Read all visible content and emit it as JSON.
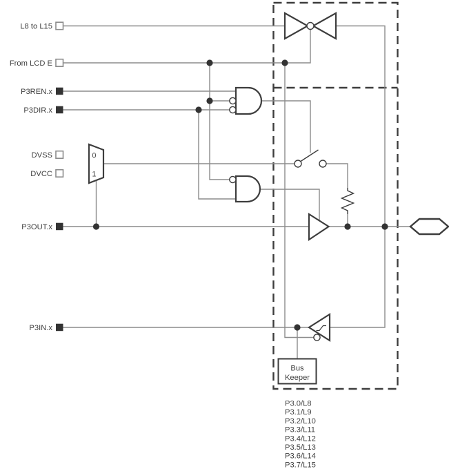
{
  "labels": {
    "l8_to_l15": "L8 to L15",
    "from_lcd_e": "From LCD E",
    "p3ren": "P3REN.x",
    "p3dir": "P3DIR.x",
    "dvss": "DVSS",
    "dvcc": "DVCC",
    "p3out": "P3OUT.x",
    "p3in": "P3IN.x"
  },
  "mux": {
    "input0": "0",
    "input1": "1"
  },
  "bus_keeper": {
    "line1": "Bus",
    "line2": "Keeper"
  },
  "pad": {
    "pins": [
      "P3.0/L8",
      "P3.1/L9",
      "P3.2/L10",
      "P3.3/L11",
      "P3.4/L12",
      "P3.5/L13",
      "P3.6/L14",
      "P3.7/L15"
    ]
  },
  "colors": {
    "wire": "#8c8c8c",
    "component": "#3d3d3d",
    "text": "#404040",
    "dot": "#333333",
    "background": "#ffffff"
  }
}
